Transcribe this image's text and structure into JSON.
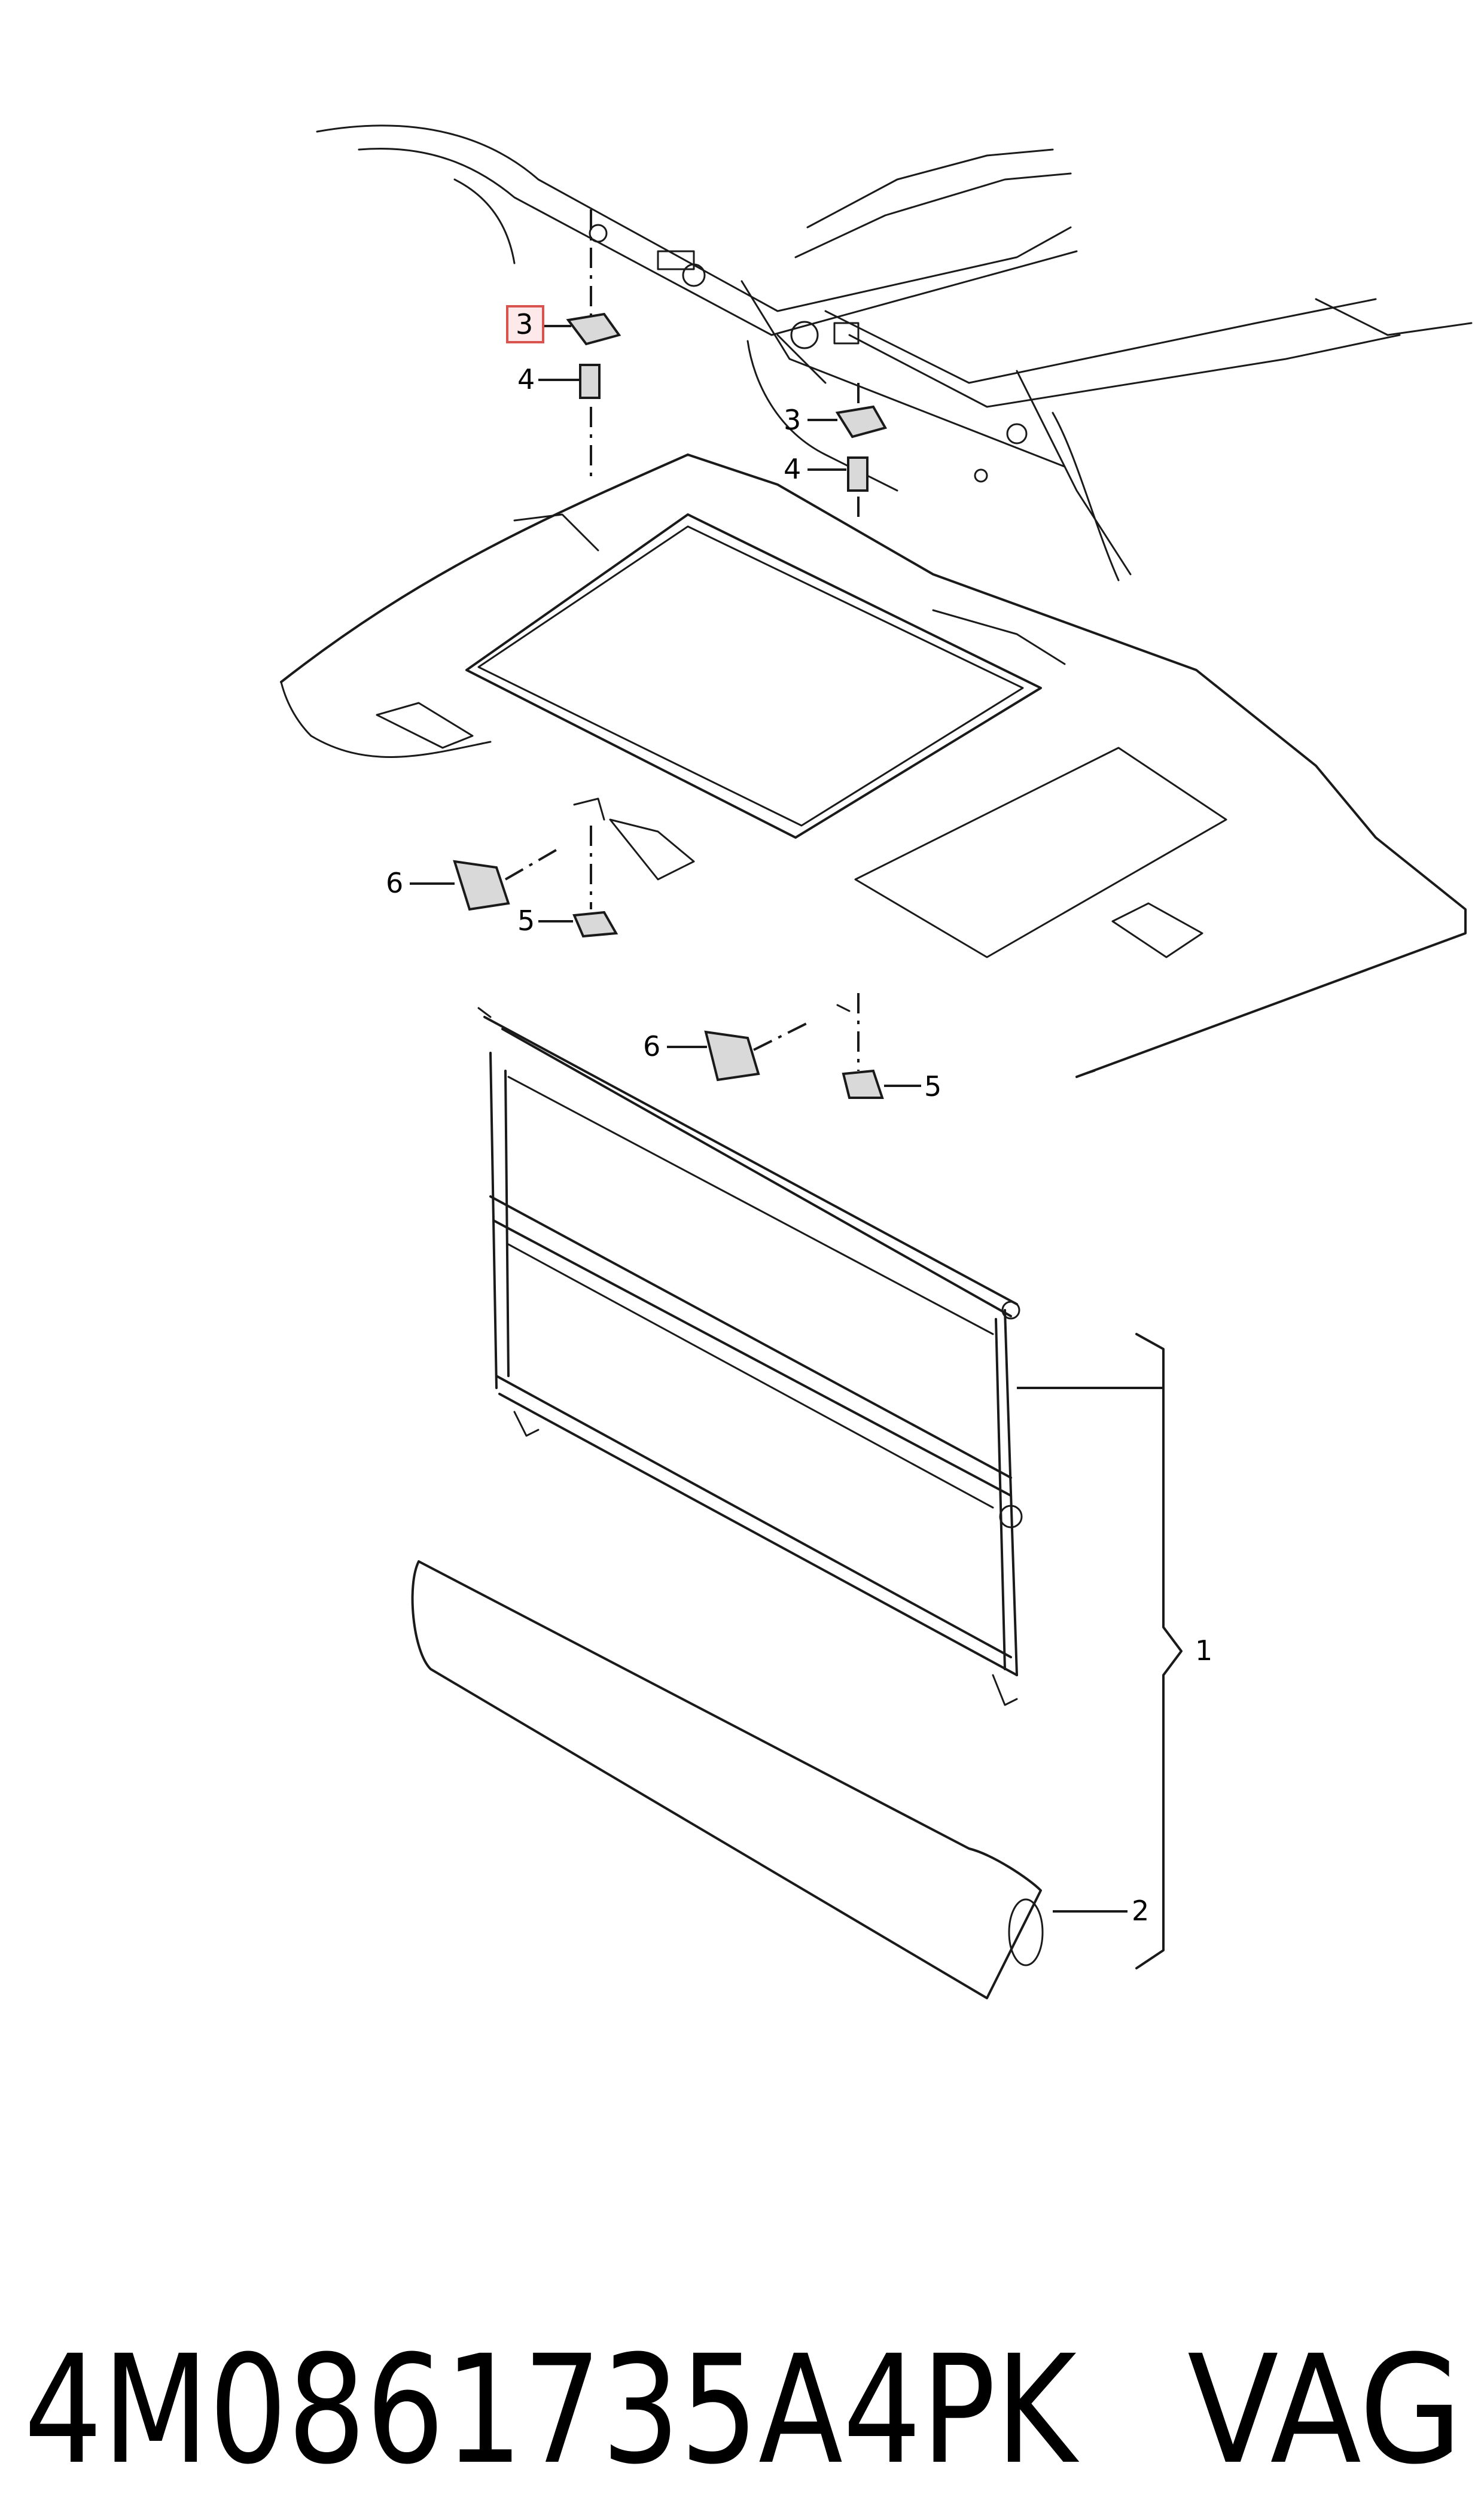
{
  "callouts": {
    "part_1": "1",
    "part_2": "2",
    "part_3_highlighted": "3",
    "part_3": "3",
    "part_4_a": "4",
    "part_4_b": "4",
    "part_5_a": "5",
    "part_5_b": "5",
    "part_6_a": "6",
    "part_6_b": "6"
  },
  "footer": {
    "part_number": "4M0861735A4PK",
    "brand": "VAG"
  },
  "colors": {
    "line": "#1a1a1a",
    "highlight_fill": "#fde8ea",
    "highlight_border": "#d9534f",
    "part_fill": "#d9d9d9"
  }
}
